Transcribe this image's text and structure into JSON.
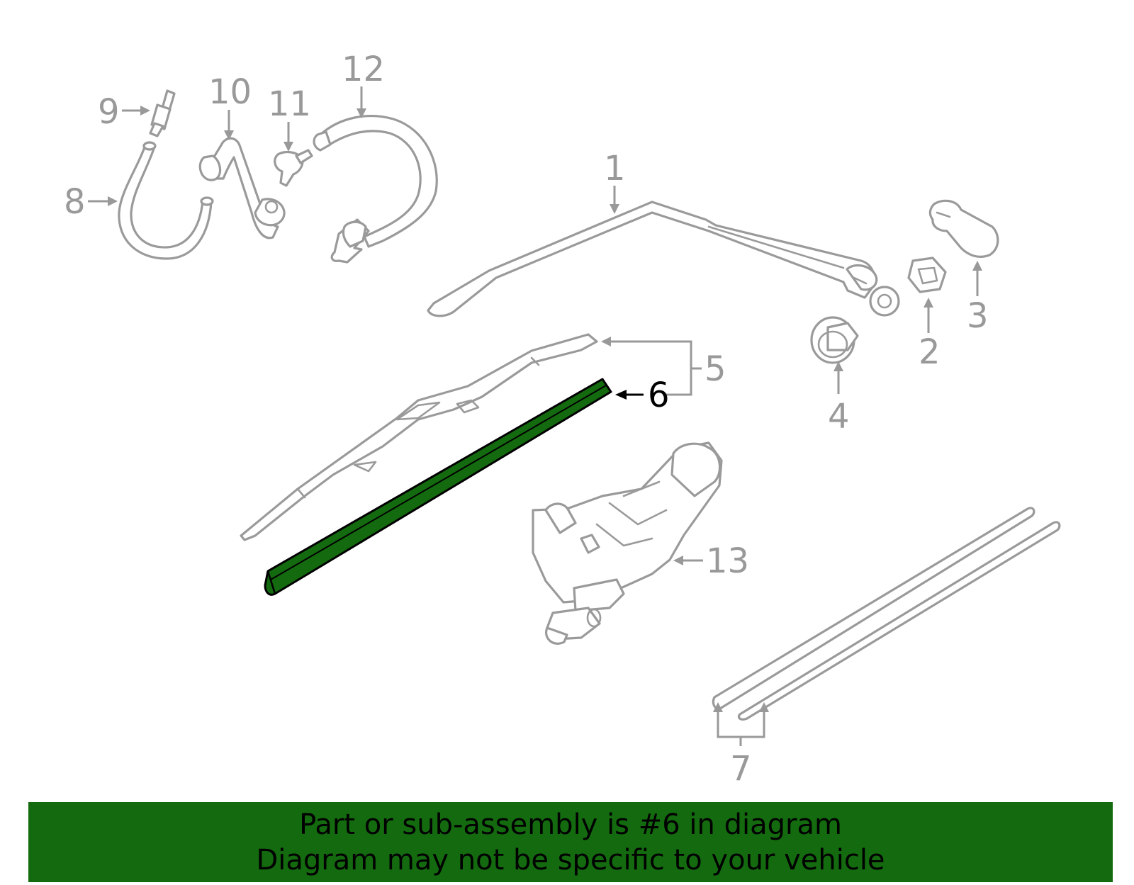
{
  "callouts": {
    "n1": "1",
    "n2": "2",
    "n3": "3",
    "n4": "4",
    "n5": "5",
    "n6": "6",
    "n7": "7",
    "n8": "8",
    "n9": "9",
    "n10": "10",
    "n11": "11",
    "n12": "12",
    "n13": "13"
  },
  "highlight": {
    "part_number": "6",
    "color": "#146b0f"
  },
  "banner": {
    "line1": "Part or sub-assembly is #6 in diagram",
    "line2": "Diagram may not be specific to your vehicle"
  }
}
